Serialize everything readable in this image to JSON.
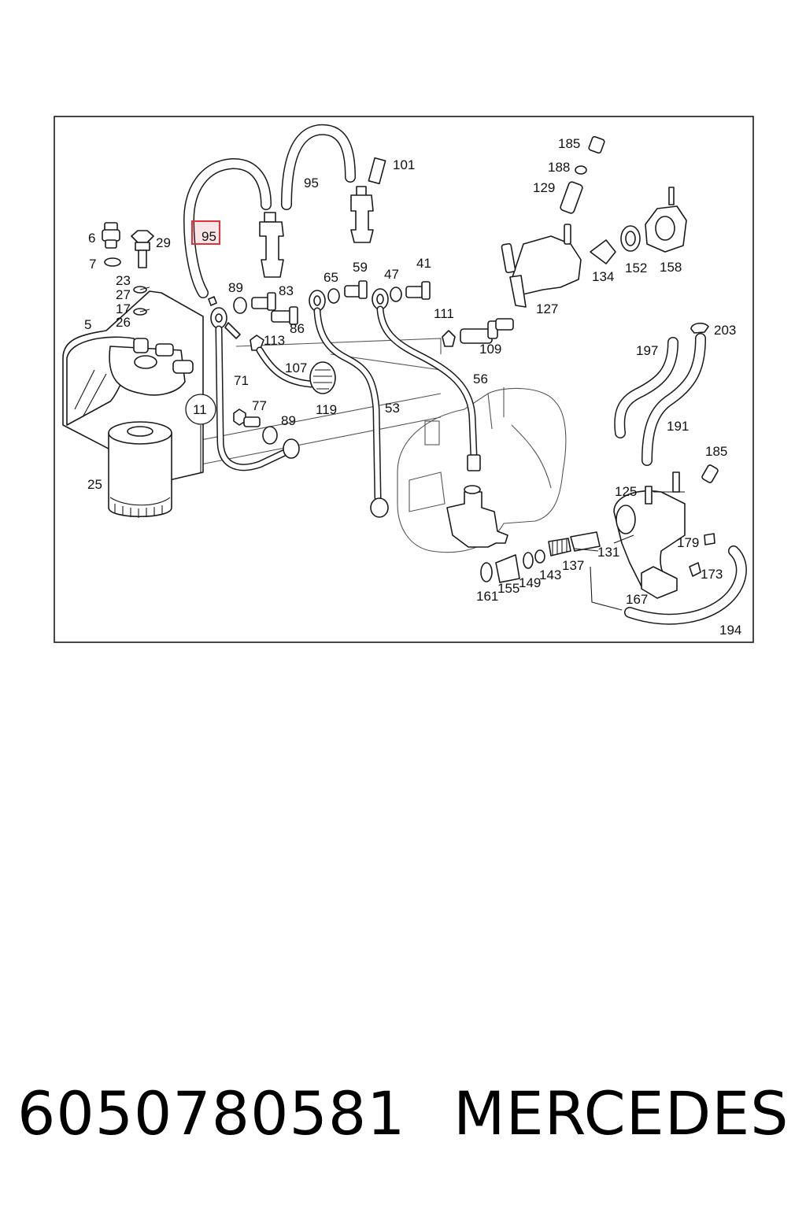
{
  "diagram": {
    "highlight_color": "#e0303a",
    "highlighted_label": "95",
    "labels": {
      "l185a": "185",
      "l188": "188",
      "l129": "129",
      "l101": "101",
      "l95top": "95",
      "l95hl": "95",
      "l6": "6",
      "l29": "29",
      "l7": "7",
      "l23": "23",
      "l27": "27",
      "l17": "17",
      "l26": "26",
      "l5": "5",
      "l89a": "89",
      "l83": "83",
      "l86": "86",
      "l65": "65",
      "l59": "59",
      "l47": "47",
      "l41": "41",
      "l134": "134",
      "l152": "152",
      "l158": "158",
      "l127": "127",
      "l111": "111",
      "l109": "109",
      "l203": "203",
      "l197": "197",
      "l113": "113",
      "l107": "107",
      "l71": "71",
      "l119": "119",
      "l11": "11",
      "l53": "53",
      "l56": "56",
      "l191": "191",
      "l77": "77",
      "l89b": "89",
      "l185b": "185",
      "l25": "25",
      "l125": "125",
      "l131": "131",
      "l179": "179",
      "l137": "137",
      "l143": "143",
      "l149": "149",
      "l155": "155",
      "l161": "161",
      "l173": "173",
      "l167": "167",
      "l194": "194"
    }
  },
  "footer": {
    "part_number": "6050780581",
    "brand": "MERCEDES"
  }
}
